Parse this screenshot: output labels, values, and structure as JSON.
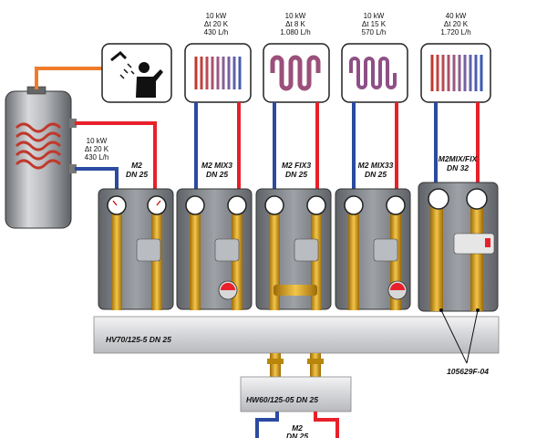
{
  "boiler": {
    "power": "10 kW",
    "delta_t": "Δt 20 K",
    "flow": "430 L/h"
  },
  "circuits": [
    {
      "type": "M2",
      "dn": "DN 25"
    },
    {
      "type": "M2 MIX3",
      "dn": "DN 25",
      "power": "10 kW",
      "delta_t": "Δt 20 K",
      "flow": "430 L/h"
    },
    {
      "type": "M2 FIX3",
      "dn": "DN 25",
      "power": "10 kW",
      "delta_t": "Δt 8 K",
      "flow": "1.080 L/h"
    },
    {
      "type": "M2 MIX33",
      "dn": "DN 25",
      "power": "10 kW",
      "delta_t": "Δt 15 K",
      "flow": "570 L/h"
    },
    {
      "type": "M2MIX/FIX",
      "dn": "DN 32",
      "power": "40 kW",
      "delta_t": "Δt 20 K",
      "flow": "1.720 L/h"
    }
  ],
  "manifold": {
    "label": "HV70/125-5",
    "dn": "DN 25"
  },
  "hydraulic_switch": {
    "label": "HW60/125-05",
    "dn": "DN 25"
  },
  "bottom_group": {
    "type": "M2",
    "dn": "DN 25"
  },
  "part_number": "105629F-04",
  "colors": {
    "supply": "#e8202a",
    "return": "#2b4aa0",
    "dhw": "#f07b2a",
    "brass": "#d9a11a",
    "housing": "#8a8e94",
    "manifold": "#dcdde0"
  },
  "icons": [
    "shower-icon",
    "radiator-icon",
    "floor-heating-icon"
  ]
}
